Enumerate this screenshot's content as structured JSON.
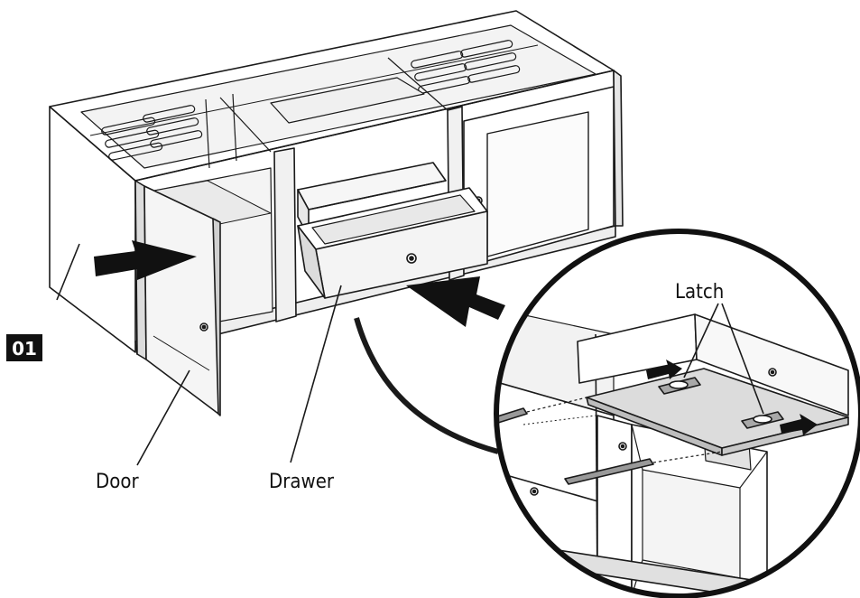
{
  "step": {
    "number": "01"
  },
  "labels": {
    "door": "Door",
    "drawer": "Drawer",
    "latch": "Latch"
  },
  "colors": {
    "line": "#1a1a1a",
    "panel": "#f7f7f7",
    "shade": "#e3e3e3",
    "dark_shade": "#c9c9c9",
    "arrow": "#111111",
    "badge": "#111111"
  }
}
